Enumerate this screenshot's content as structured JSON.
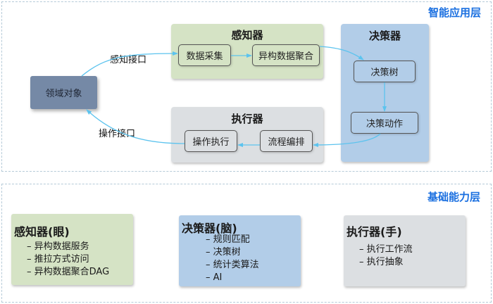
{
  "app_layer": {
    "title": "智能应用层",
    "domain_object": "领域对象",
    "perception_interface": "感知接口",
    "operation_interface": "操作接口",
    "sensor": {
      "title": "感知器",
      "nodes": [
        "数据采集",
        "异构数据聚合"
      ]
    },
    "executor": {
      "title": "执行器",
      "nodes": [
        "操作执行",
        "流程编排"
      ]
    },
    "decider": {
      "title": "决策器",
      "nodes": [
        "决策树",
        "决策动作"
      ]
    }
  },
  "base_layer": {
    "title": "基础能力层",
    "sensor": {
      "title": "感知器(眼)",
      "items": [
        "异构数据服务",
        "推拉方式访问",
        "异构数据聚合DAG"
      ]
    },
    "decider": {
      "title": "决策器(脑)",
      "items": [
        "规则匹配",
        "决策树",
        "统计类算法",
        "AI"
      ]
    },
    "executor": {
      "title": "执行器(手)",
      "items": [
        "执行工作流",
        "执行抽象"
      ]
    }
  },
  "colors": {
    "layer_title": "#1a6fe0",
    "sensor": "#d5e3c5",
    "decider": "#b2cde8",
    "executor": "#dcdfe2",
    "domain_object": "#7589a6",
    "edge": "#5cc3ee",
    "layer_border": "#b5cad8"
  }
}
